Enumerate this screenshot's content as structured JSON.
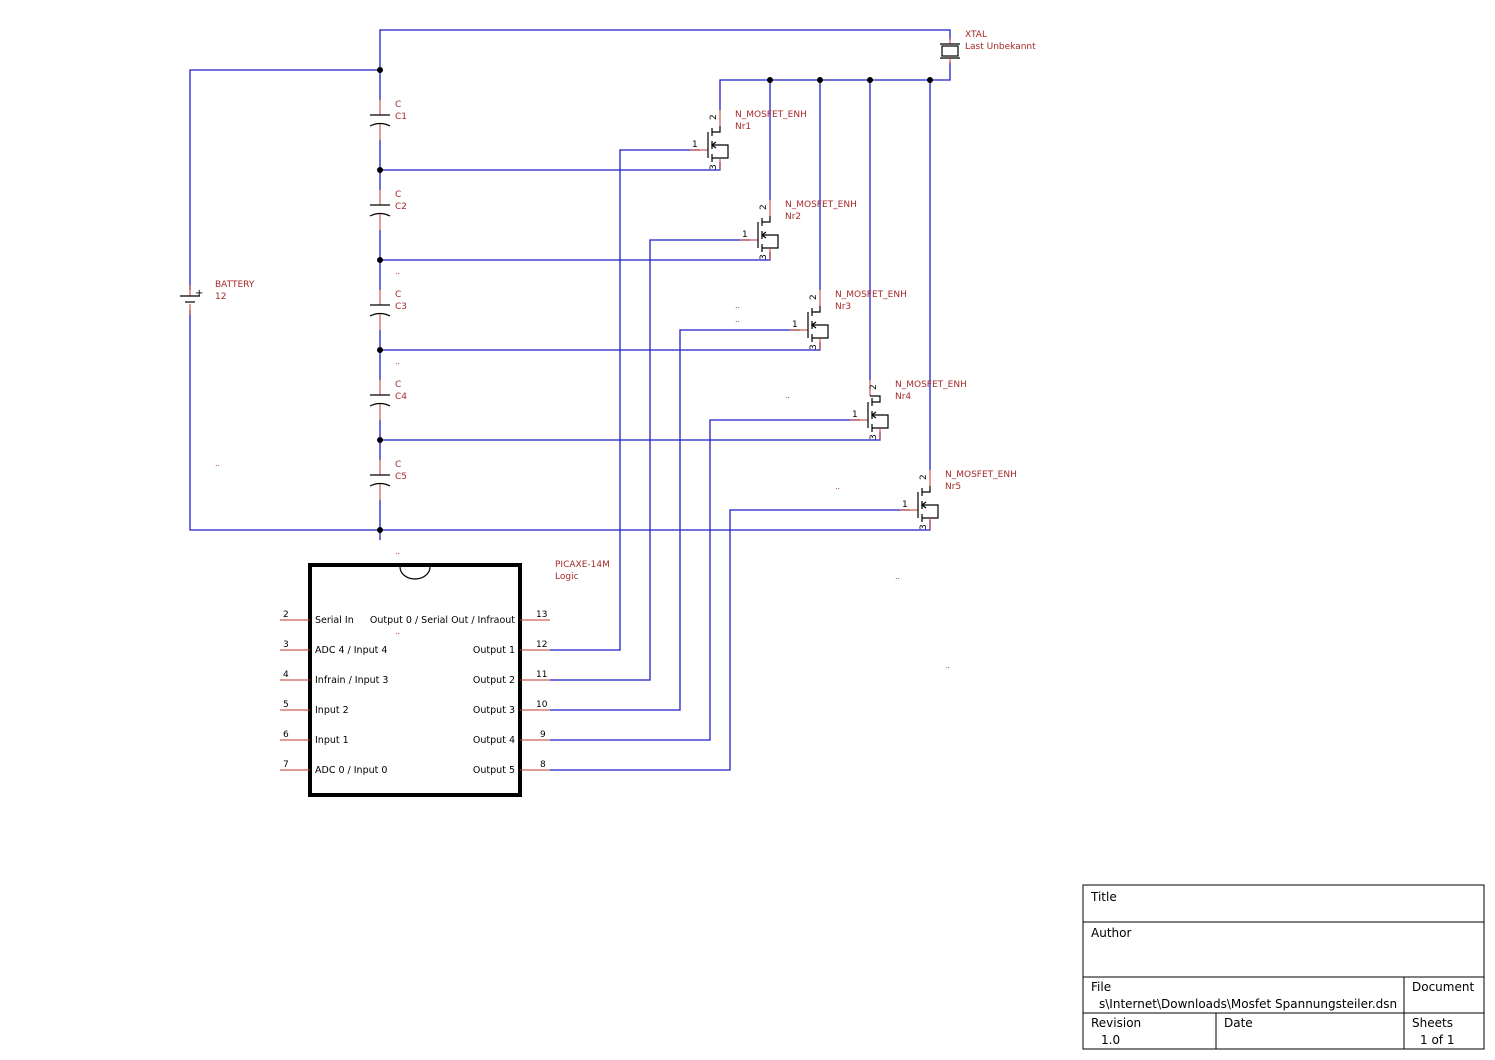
{
  "battery": {
    "ref": "BATTERY",
    "value": "12"
  },
  "crystal": {
    "ref": "XTAL",
    "value": "Last Unbekannt"
  },
  "capacitors": [
    {
      "type": "C",
      "ref": "C1"
    },
    {
      "type": "C",
      "ref": "C2"
    },
    {
      "type": "C",
      "ref": "C3"
    },
    {
      "type": "C",
      "ref": "C4"
    },
    {
      "type": "C",
      "ref": "C5"
    }
  ],
  "mosfets": [
    {
      "type": "N_MOSFET_ENH",
      "ref": "Nr1",
      "pins": [
        "1",
        "2",
        "3"
      ]
    },
    {
      "type": "N_MOSFET_ENH",
      "ref": "Nr2",
      "pins": [
        "1",
        "2",
        "3"
      ]
    },
    {
      "type": "N_MOSFET_ENH",
      "ref": "Nr3",
      "pins": [
        "1",
        "2",
        "3"
      ]
    },
    {
      "type": "N_MOSFET_ENH",
      "ref": "Nr4",
      "pins": [
        "1",
        "2",
        "3"
      ]
    },
    {
      "type": "N_MOSFET_ENH",
      "ref": "Nr5",
      "pins": [
        "1",
        "2",
        "3"
      ]
    }
  ],
  "chip": {
    "name": "PICAXE-14M",
    "value": "Logic",
    "left_pins": [
      {
        "num": "2",
        "label": "Serial In"
      },
      {
        "num": "3",
        "label": "ADC 4 / Input 4"
      },
      {
        "num": "4",
        "label": "Infrain / Input 3"
      },
      {
        "num": "5",
        "label": "Input 2"
      },
      {
        "num": "6",
        "label": "Input 1"
      },
      {
        "num": "7",
        "label": "ADC 0 / Input 0"
      }
    ],
    "right_pins": [
      {
        "num": "13",
        "label": "Output 0 / Serial Out / Infraout"
      },
      {
        "num": "12",
        "label": "Output 1"
      },
      {
        "num": "11",
        "label": "Output 2"
      },
      {
        "num": "10",
        "label": "Output 3"
      },
      {
        "num": "9",
        "label": "Output 4"
      },
      {
        "num": "8",
        "label": "Output 5"
      }
    ]
  },
  "stray_marks": "..",
  "title_block": {
    "title_label": "Title",
    "title_value": "",
    "author_label": "Author",
    "author_value": "",
    "file_label": "File",
    "file_value": "s\\Internet\\Downloads\\Mosfet Spannungsteiler.dsn",
    "document_label": "Document",
    "document_value": "",
    "revision_label": "Revision",
    "revision_value": "1.0",
    "date_label": "Date",
    "date_value": "",
    "sheets_label": "Sheets",
    "sheets_value": "1 of 1"
  }
}
